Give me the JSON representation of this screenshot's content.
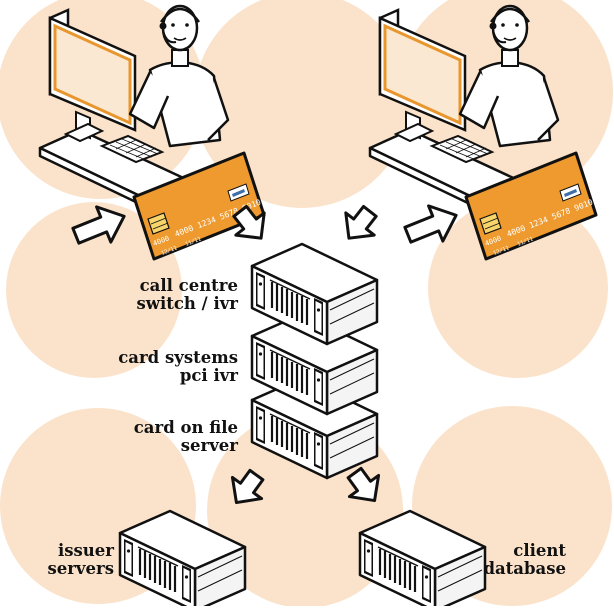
{
  "colors": {
    "peach": "#FBE3CB",
    "card_orange": "#EE9A2E",
    "card_dark": "#D5801C",
    "outline": "#111111",
    "server_face": "#FFFFFF",
    "server_side": "#F4F4F4"
  },
  "card": {
    "number": "4000  1234  5678  9010",
    "short_number": "4000",
    "date_left": "12/11",
    "date_right": "11/11"
  },
  "labels": {
    "call_centre_line1": "call centre",
    "call_centre_line2": "switch / ivr",
    "card_systems_line1": "card systems",
    "card_systems_line2": "pci ivr",
    "card_on_file_line1": "card on file",
    "card_on_file_line2": "server",
    "issuer_line1": "issuer",
    "issuer_line2": "servers",
    "client_line1": "client",
    "client_line2": "database"
  }
}
